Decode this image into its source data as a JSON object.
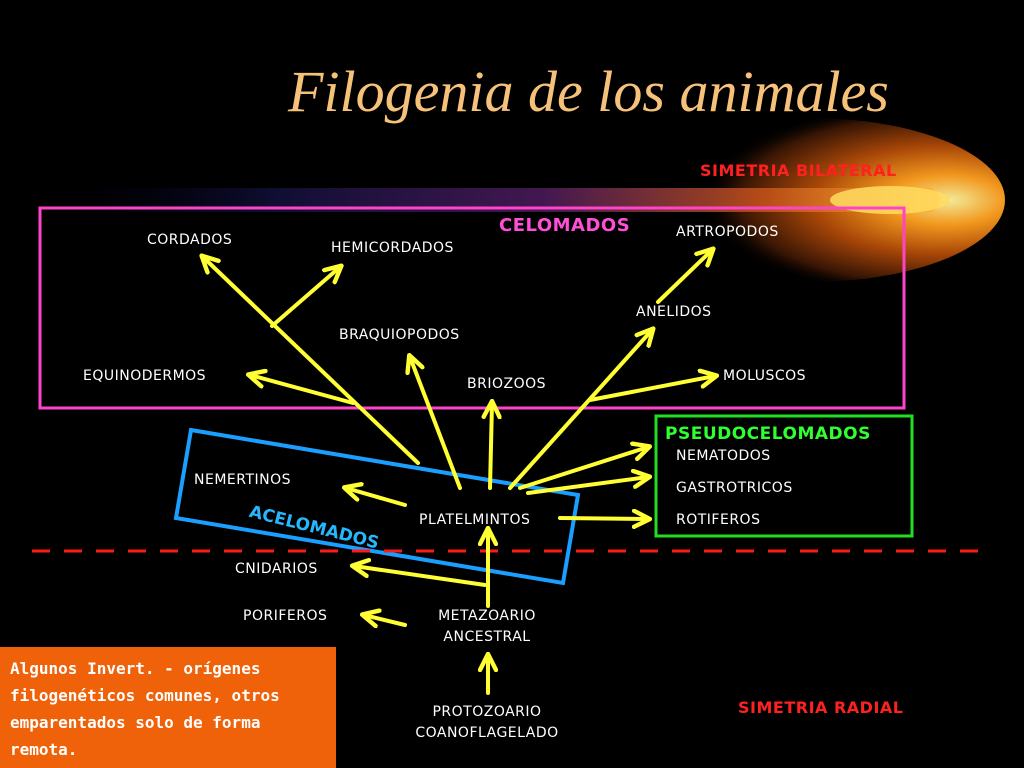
{
  "title": "Filogenia de los animales",
  "groups": {
    "bilateral": "SIMETRIA BILATERAL",
    "radial": "SIMETRIA RADIAL",
    "celomados": "CELOMADOS",
    "pseudocelomados": "PSEUDOCELOMADOS",
    "acelomados": "ACELOMADOS"
  },
  "taxa": {
    "cordados": "CORDADOS",
    "hemicordados": "HEMICORDADOS",
    "artropodos": "ARTROPODOS",
    "anelidos": "ANELIDOS",
    "braquiopodos": "BRAQUIOPODOS",
    "equinodermos": "EQUINODERMOS",
    "briozoos": "BRIOZOOS",
    "moluscos": "MOLUSCOS",
    "nematodos": "NEMATODOS",
    "gastrotricos": "GASTROTRICOS",
    "rotiferos": "ROTIFEROS",
    "nemertinos": "NEMERTINOS",
    "platelmintos": "PLATELMINTOS",
    "cnidarios": "CNIDARIOS",
    "poriferos": "PORIFEROS",
    "metazoario_1": "METAZOARIO",
    "metazoario_2": "ANCESTRAL",
    "protozoario_1": "PROTOZOARIO",
    "protozoario_2": "COANOFLAGELADO"
  },
  "note": [
    "Algunos Invert. - orígenes",
    "filogenéticos comunes, otros",
    "emparentados solo de forma",
    "remota."
  ],
  "colors": {
    "background": "#000000",
    "title": "#f6c27a",
    "arrows": "#ffff33",
    "celomados_box": "#ff44cc",
    "pseudocelomados_box": "#22dd22",
    "acelomados_box": "#1a9fff",
    "divider": "#ff1a1a",
    "note_bg": "#f0620a"
  }
}
